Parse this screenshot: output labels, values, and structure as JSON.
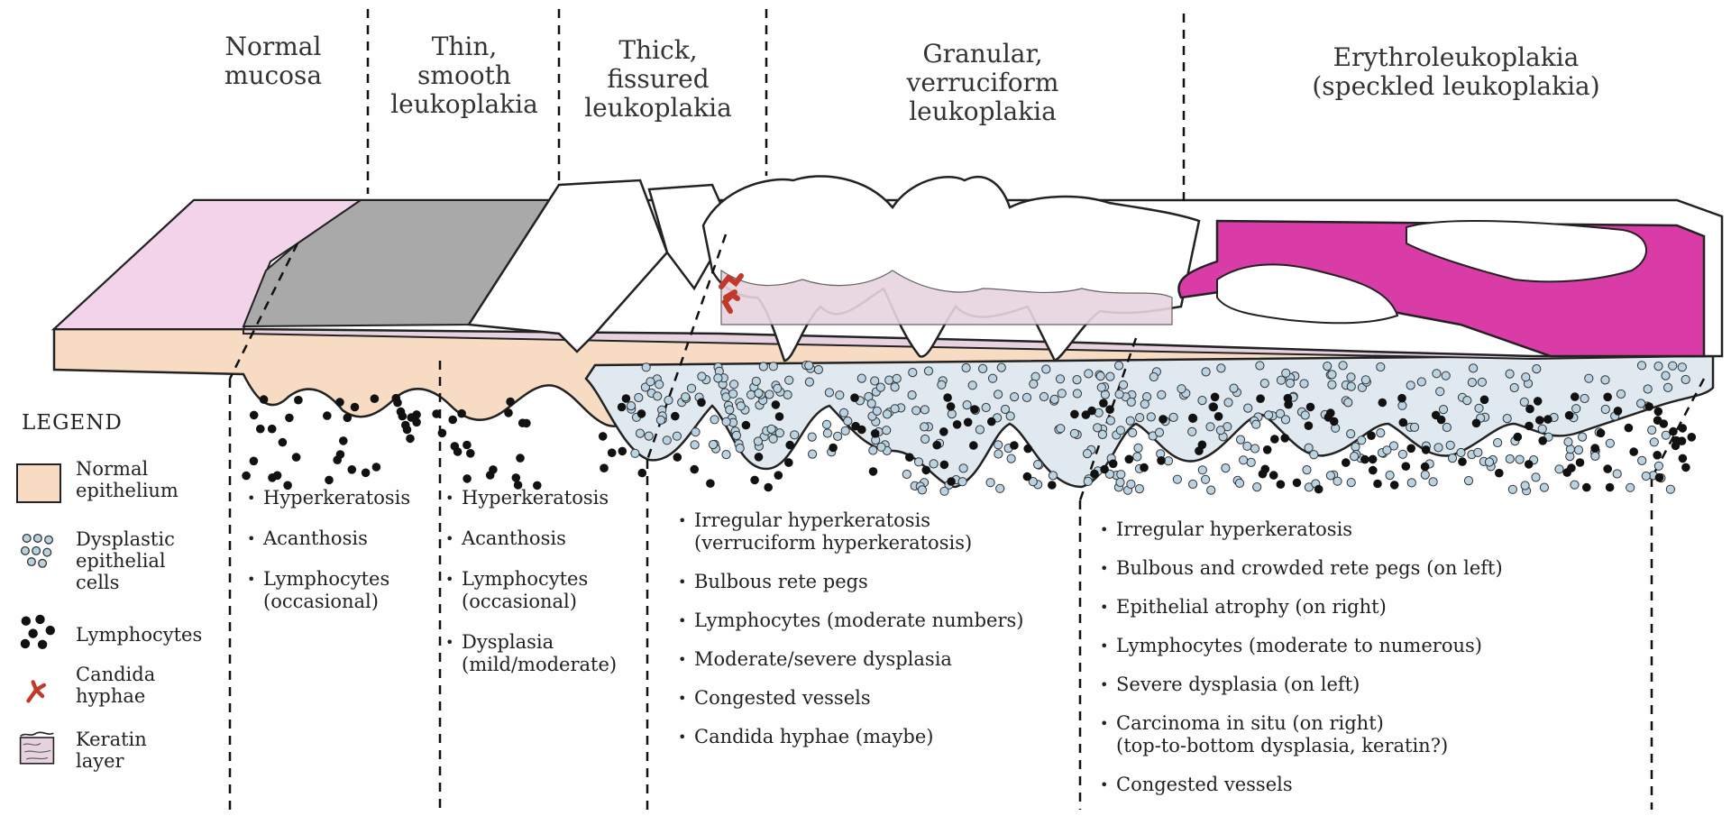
{
  "headers": {
    "normal": "Normal\nmucosa",
    "thin": "Thin,\nsmooth\nleukoplakia",
    "thick": "Thick,\nfissured\nleukoplakia",
    "granular": "Granular,\nverruciform\nleukoplakia",
    "erythro": "Erythroleukoplakia\n(speckled leukoplakia)"
  },
  "legend": {
    "title": "LEGEND",
    "normal_epithelium": "Normal\nepithelium",
    "dysplastic_cells": "Dysplastic\nepithelial\ncells",
    "lymphocytes": "Lymphocytes",
    "candida": "Candida\nhyphae",
    "keratin": "Keratin\nlayer"
  },
  "lists": {
    "thin": [
      "Hyperkeratosis",
      "Acanthosis",
      "Lymphocytes\n(occasional)"
    ],
    "thick": [
      "Hyperkeratosis",
      "Acanthosis",
      "Lymphocytes\n(occasional)",
      "Dysplasia\n(mild/moderate)"
    ],
    "granular": [
      "Irregular hyperkeratosis\n(verruciform hyperkeratosis)",
      "Bulbous rete pegs",
      "Lymphocytes (moderate numbers)",
      "Moderate/severe dysplasia",
      "Congested vessels",
      "Candida hyphae (maybe)"
    ],
    "erythro": [
      "Irregular hyperkeratosis",
      "Bulbous and crowded rete pegs (on left)",
      "Epithelial atrophy (on right)",
      "Lymphocytes (moderate to numerous)",
      "Severe dysplasia (on left)",
      "Carcinoma in situ (on right)\n(top-to-bottom dysplasia, keratin?)",
      "Congested vessels"
    ]
  },
  "colors": {
    "normal_epithelium": "#f7dcc3",
    "normal_mucosa_surface": "#f3d3ea",
    "thin_leukoplakia": "#a9a9a9",
    "erythro_surface": "#d93ca7",
    "keratin_layer": "#e7d3df",
    "dysplastic_cell": "#b9d3e2",
    "lymphocyte": "#111111",
    "candida": "#c0392b"
  }
}
